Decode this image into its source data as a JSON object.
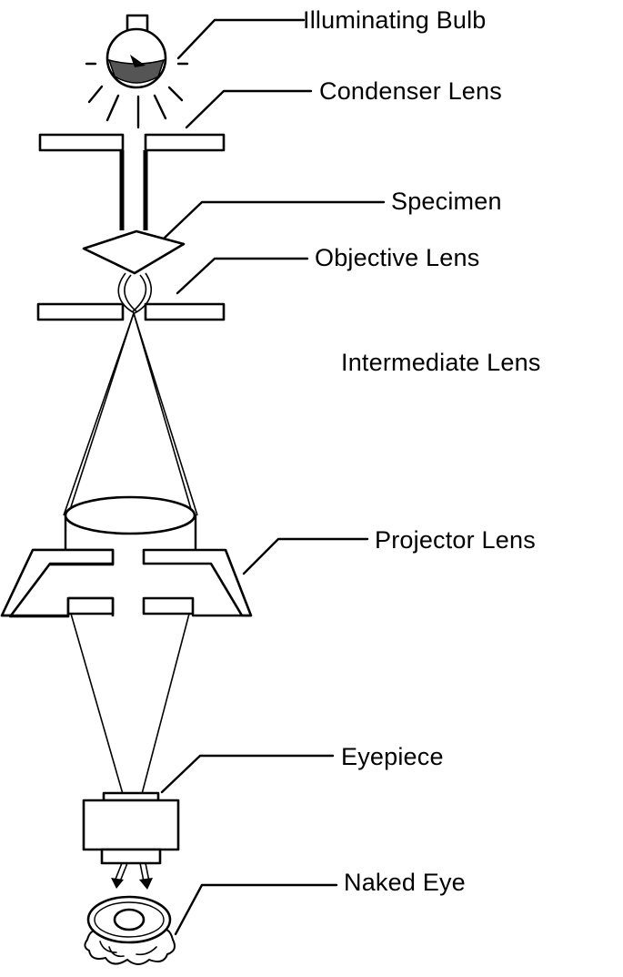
{
  "colors": {
    "line": "#000000",
    "background": "#ffffff"
  },
  "labels": {
    "bulb": "Illuminating Bulb",
    "condenser": "Condenser Lens",
    "specimen": "Specimen",
    "objective": "Objective Lens",
    "intermediate": "Intermediate Lens",
    "projector": "Projector Lens",
    "eyepiece": "Eyepiece",
    "eye": "Naked Eye"
  }
}
